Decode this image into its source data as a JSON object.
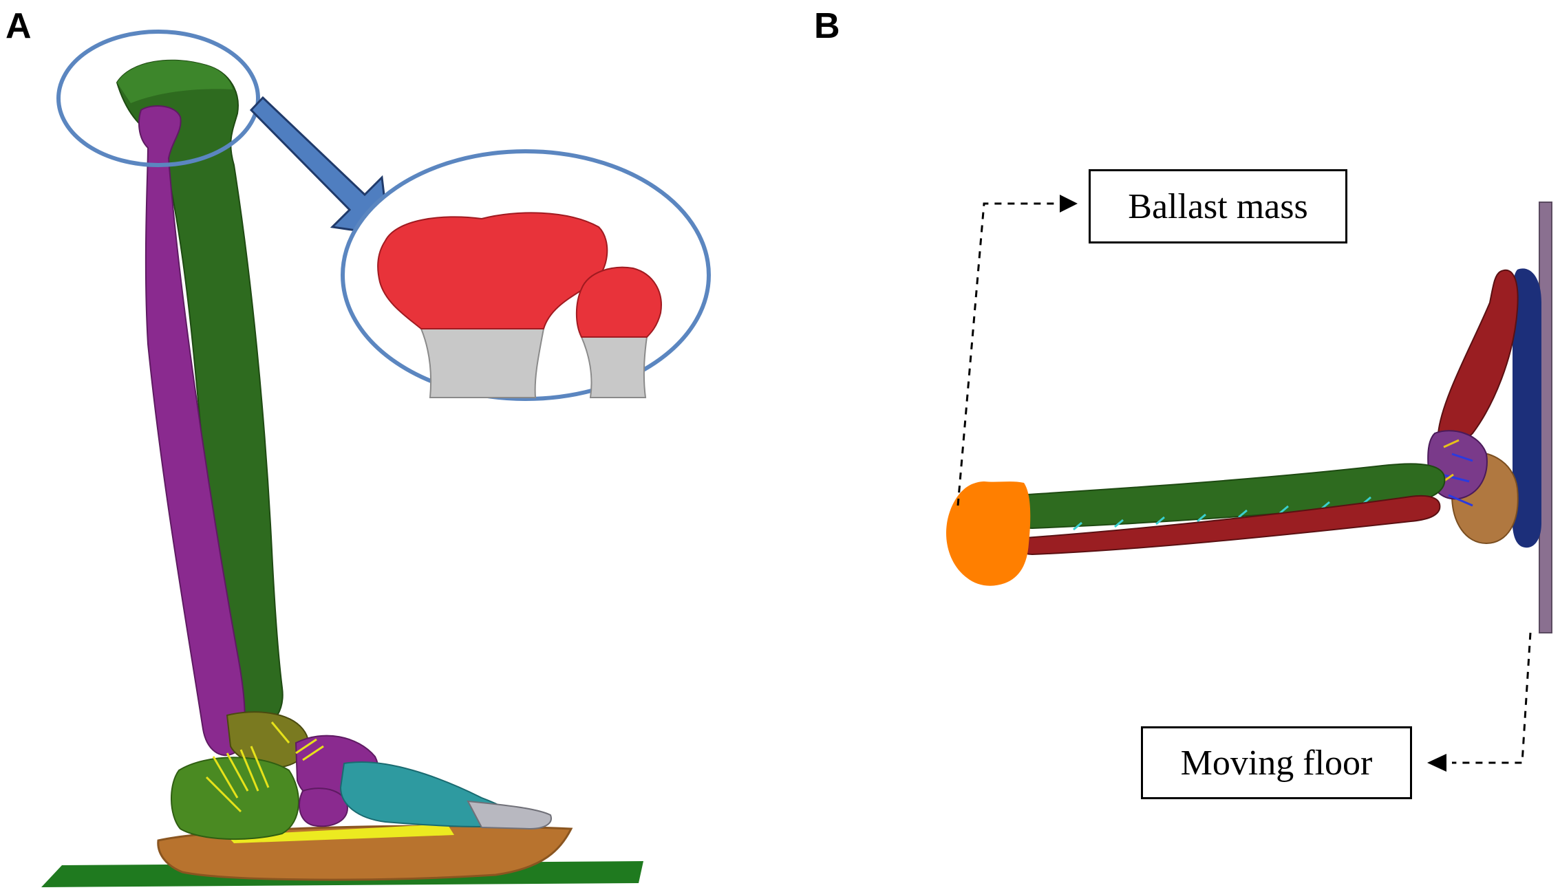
{
  "panels": {
    "a": {
      "label": "A"
    },
    "b": {
      "label": "B"
    }
  },
  "callouts": {
    "ballast_mass": "Ballast mass",
    "moving_floor": "Moving floor"
  },
  "colors": {
    "tibia": "#2e6b1f",
    "fibula": "#8a2a8f",
    "foot_bones": "#2e9aa0",
    "sole": "#b8732e",
    "ground": "#1f7a1f",
    "ligaments": "#e6e21a",
    "zoom_cartilage": "#e8333a",
    "zoom_bone": "#c8c8c8",
    "highlight": "#5b86c0",
    "ballast": "#ff7f00",
    "fibula_b": "#9a1e22",
    "floor_plate": "#8a7090",
    "foot_plate": "#1c2f7a",
    "calcaneus_b": "#b07840"
  }
}
